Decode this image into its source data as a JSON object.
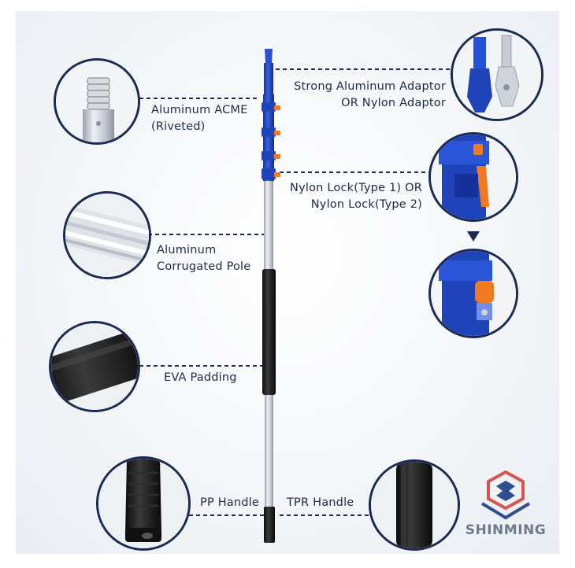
{
  "labels": {
    "acme": [
      "Aluminum ACME",
      "(Riveted)"
    ],
    "adaptor": [
      "Strong Aluminum Adaptor",
      "OR Nylon Adaptor"
    ],
    "nylon_lock": [
      "Nylon Lock(Type 1) OR",
      "Nylon Lock(Type 2)"
    ],
    "corrugated": [
      "Aluminum",
      "Corrugated Pole"
    ],
    "eva": "EVA Padding",
    "pp_handle": "PP Handle",
    "tpr_handle": "TPR Handle"
  },
  "brand": {
    "name": "SHINMING",
    "colors": {
      "primary": "#d9534f",
      "secondary": "#2f4d8f",
      "text": "#6f7a8a"
    }
  },
  "colors": {
    "outline": "#1b2a52",
    "pole_blue": "#1f43b8",
    "lock_orange": "#f07a22",
    "aluminum": "#c9ced6",
    "foam_black": "#1a1a1a"
  }
}
